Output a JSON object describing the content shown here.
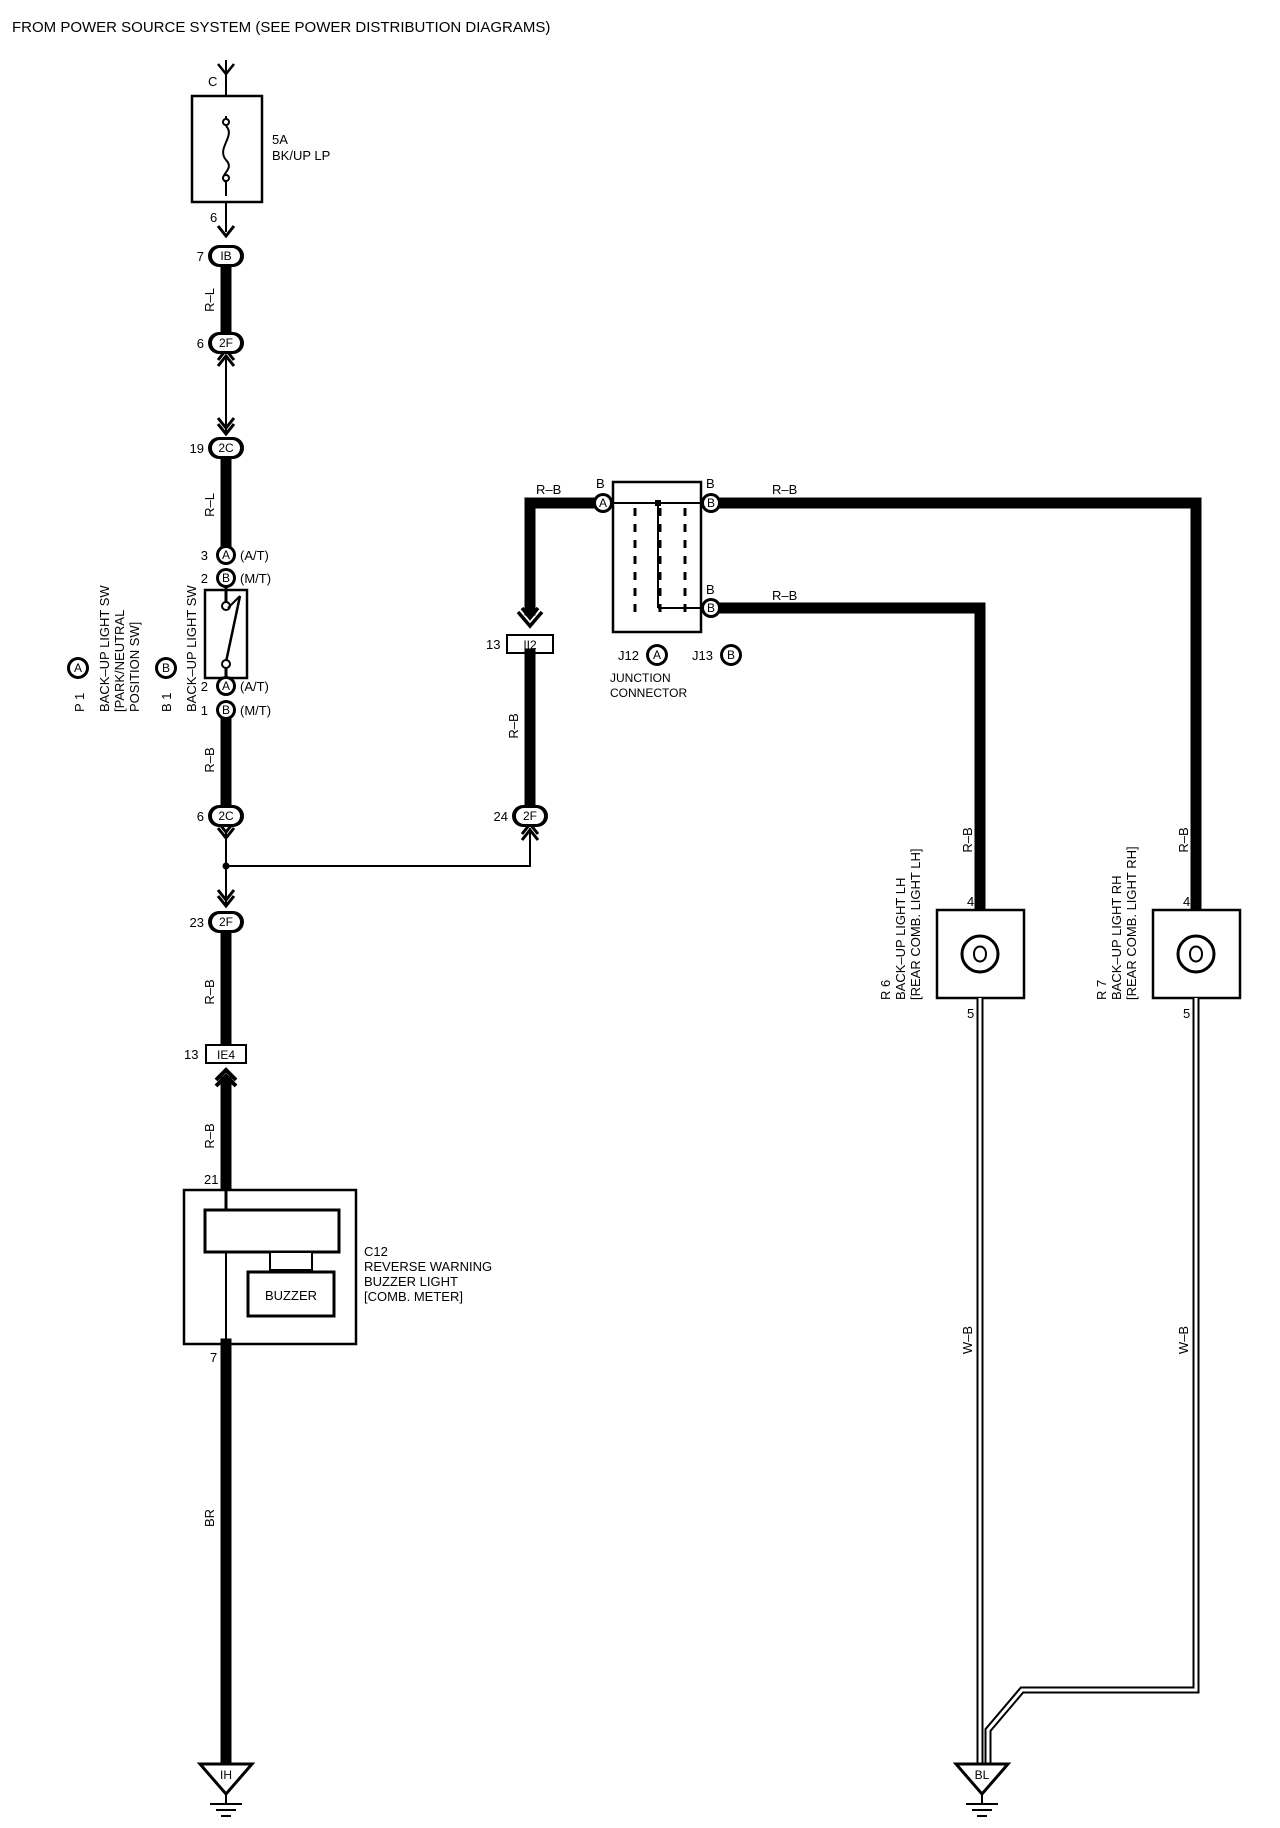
{
  "header": {
    "title": "FROM POWER SOURCE SYSTEM (SEE POWER DISTRIBUTION DIAGRAMS)"
  },
  "fuse": {
    "terminal_in": "C",
    "rating": "5A",
    "name": "BK/UP LP",
    "terminal_out": "6"
  },
  "connectors": {
    "ib": {
      "pin": "7",
      "id": "IB"
    },
    "c2f_top": {
      "pin": "6",
      "id": "2F"
    },
    "c2c_top": {
      "pin": "19",
      "id": "2C"
    },
    "c2c_bottom": {
      "pin": "6",
      "id": "2C"
    },
    "c2f_mid": {
      "pin": "24",
      "id": "2F"
    },
    "c2f_lower": {
      "pin": "23",
      "id": "2F"
    },
    "ie4": {
      "pin": "13",
      "id": "IE4"
    },
    "ii2": {
      "pin": "13",
      "id": "II2"
    }
  },
  "switch": {
    "pins": [
      {
        "pin": "3",
        "id": "A",
        "note": "(A/T)"
      },
      {
        "pin": "2",
        "id": "B",
        "note": "(M/T)"
      },
      {
        "pin": "2",
        "id": "A",
        "note": "(A/T)"
      },
      {
        "pin": "1",
        "id": "B",
        "note": "(M/T)"
      }
    ],
    "p1": {
      "ref": "P 1",
      "badge": "A",
      "line1": "BACK–UP LIGHT SW",
      "line2": "[PARK/NEUTRAL",
      "line3": "POSITION SW]"
    },
    "b1": {
      "ref": "B 1",
      "badge": "B",
      "line1": "BACK–UP LIGHT SW"
    }
  },
  "wires": {
    "rl_1": "R–L",
    "rl_2": "R–L",
    "rb_switch": "R–B",
    "rb_lower": "R–B",
    "rb_buzzer": "R–B",
    "br": "BR",
    "rb_ii2": "R–B",
    "rb_top_left": "R–B",
    "rb_top_right": "R–B",
    "rb_mid_right": "R–B",
    "rb_lh": "R–B",
    "rb_rh": "R–B",
    "wb_lh": "W–B",
    "wb_rh": "W–B"
  },
  "junction": {
    "pin_left": "B",
    "pin_right_top": "B",
    "pin_right_bottom": "B",
    "badge_left": "A",
    "badge_right_top": "B",
    "badge_right_bottom": "B",
    "j12": "J12",
    "j12_badge": "A",
    "j13": "J13",
    "j13_badge": "B",
    "label_line1": "JUNCTION",
    "label_line2": "CONNECTOR"
  },
  "buzzer": {
    "pin_top": "21",
    "pin_bottom": "7",
    "buzzer_text": "BUZZER",
    "ref": "C12",
    "line1": "REVERSE WARNING",
    "line2": "BUZZER LIGHT",
    "line3": "[COMB. METER]"
  },
  "lamp_lh": {
    "ref": "R 6",
    "line1": "BACK–UP LIGHT LH",
    "line2": "[REAR COMB. LIGHT LH]",
    "pin_top": "4",
    "pin_bottom": "5"
  },
  "lamp_rh": {
    "ref": "R 7",
    "line1": "BACK–UP LIGHT RH",
    "line2": "[REAR COMB. LIGHT RH]",
    "pin_top": "4",
    "pin_bottom": "5"
  },
  "grounds": {
    "left": "IH",
    "right": "BL"
  }
}
